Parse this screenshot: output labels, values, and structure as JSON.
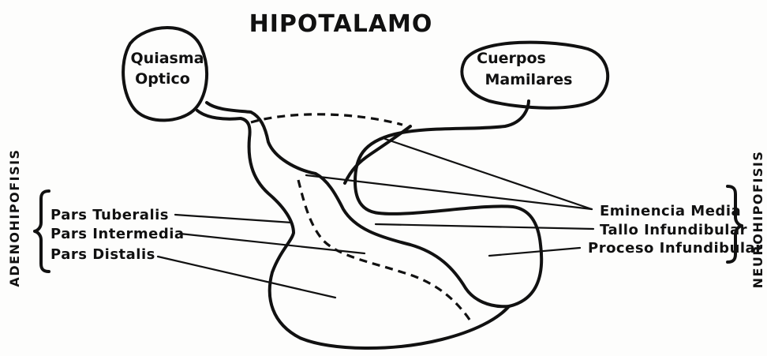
{
  "title": "HIPOTALAMO",
  "organs": {
    "quiasma_line1": "Quiasma",
    "quiasma_line2": "Optico",
    "cuerpos_line1": "Cuerpos",
    "cuerpos_line2": "Mamilares"
  },
  "left_labels": {
    "pars_tuberalis": "Pars Tuberalis",
    "pars_intermedia": "Pars Intermedia",
    "pars_distalis": "Pars Distalis"
  },
  "right_labels": {
    "eminencia_media": "Eminencia Media",
    "tallo_infundibular": "Tallo Infundibular",
    "proceso_infundibular": "Proceso Infundibular"
  },
  "side_labels": {
    "adenohipofisis": "ADENOHIPOFISIS",
    "neurohipofisis": "NEUROHIPOFISIS"
  }
}
